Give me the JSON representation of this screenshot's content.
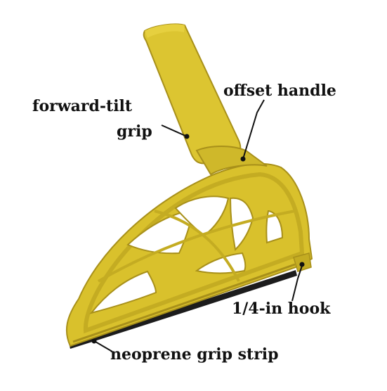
{
  "labels": {
    "forward_tilt_line1": "forward-tilt",
    "forward_tilt_line2": "grip",
    "offset_handle": "offset handle",
    "hook": "1/4-in hook",
    "grip_strip": "neoprene grip strip"
  },
  "colors": {
    "body_yellow": "#d9c12c",
    "body_light": "#e6d03f",
    "body_dark": "#a8901a",
    "strip_black": "#1c1c1c",
    "label_text": "#111111",
    "leader_line": "#111111"
  }
}
